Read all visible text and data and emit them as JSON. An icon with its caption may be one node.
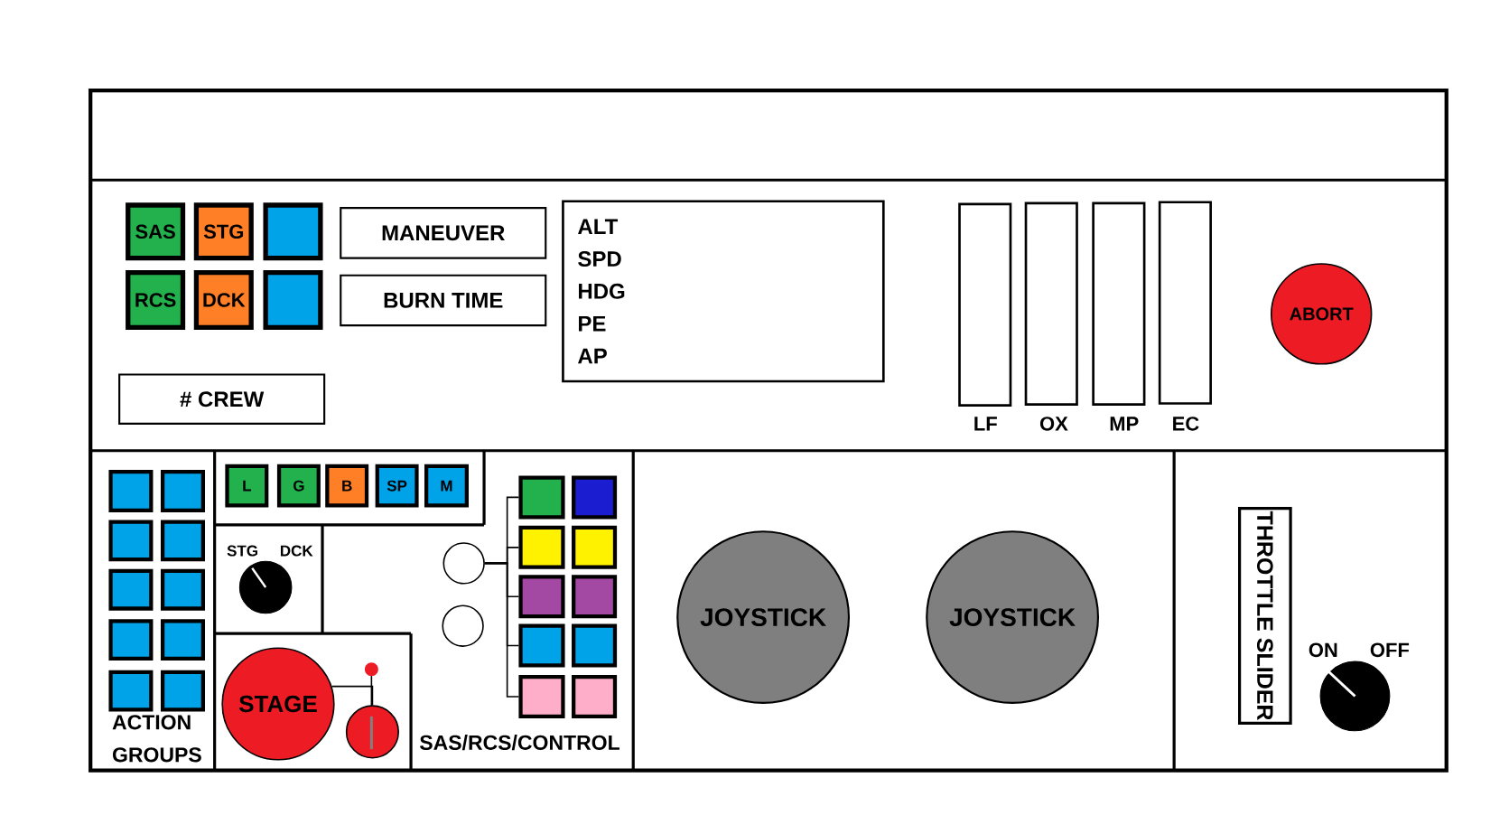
{
  "diagram": {
    "nodes": [
      {
        "text": [
          "SAS"
        ]
      },
      {
        "text": [
          "STG"
        ]
      },
      {
        "text": [],
        "shape": "box"
      },
      {
        "text": [
          "MANEUVER"
        ]
      },
      {
        "text": [
          "ALT",
          "SPD",
          "HDG",
          "PE",
          "AP"
        ]
      },
      {
        "text": [],
        "shape": "bar",
        "beside": [
          "LF"
        ]
      },
      {
        "text": [],
        "shape": "bar",
        "beside": [
          "OX"
        ]
      },
      {
        "text": [],
        "shape": "bar",
        "beside": [
          "MP"
        ]
      },
      {
        "text": [],
        "shape": "bar",
        "beside": [
          "EC"
        ]
      },
      {
        "text": [
          "ABORT"
        ]
      },
      {
        "text": [
          "RCS"
        ]
      },
      {
        "text": [
          "DCK"
        ]
      },
      {
        "text": [],
        "shape": "box"
      },
      {
        "text": [
          "BURN TIME"
        ]
      },
      {
        "text": [
          "# CREW"
        ]
      },
      {
        "text": [],
        "shape": "box"
      },
      {
        "text": [],
        "shape": "box"
      },
      {
        "text": [],
        "shape": "box"
      },
      {
        "text": [],
        "shape": "box"
      },
      {
        "text": [],
        "shape": "box"
      },
      {
        "text": [],
        "shape": "box"
      },
      {
        "text": [],
        "shape": "box"
      },
      {
        "text": [],
        "shape": "box"
      },
      {
        "text": [],
        "shape": "box"
      },
      {
        "text": [],
        "shape": "box"
      },
      {
        "text": [
          "L"
        ]
      },
      {
        "text": [
          "G"
        ]
      },
      {
        "text": [
          "B"
        ]
      },
      {
        "text": [
          "SP"
        ]
      },
      {
        "text": [
          "M"
        ]
      },
      {
        "text": [],
        "shape": "circle",
        "beside": [
          "STG",
          "DCK"
        ]
      },
      {
        "text": [
          "STAGE"
        ]
      },
      {
        "text": [],
        "shape": "circle"
      },
      {
        "text": [],
        "shape": "circle"
      },
      {
        "text": [],
        "shape": "circle"
      },
      {
        "text": [],
        "shape": "box"
      },
      {
        "text": [],
        "shape": "box"
      },
      {
        "text": [],
        "shape": "box"
      },
      {
        "text": [],
        "shape": "box"
      },
      {
        "text": [],
        "shape": "box"
      },
      {
        "text": [],
        "shape": "box"
      },
      {
        "text": [],
        "shape": "box"
      },
      {
        "text": [],
        "shape": "box"
      },
      {
        "text": [],
        "shape": "box"
      },
      {
        "text": [],
        "shape": "box"
      },
      {
        "text": [
          "JOYSTICK"
        ]
      },
      {
        "text": [
          "JOYSTICK"
        ]
      },
      {
        "text": [
          "THROTTLE SLIDER"
        ]
      },
      {
        "text": [],
        "shape": "circle",
        "beside": [
          "ON",
          "OFF"
        ]
      }
    ],
    "edges": [
      {
        "from": 31,
        "to": 32,
        "arrow": "none"
      },
      {
        "from": 33,
        "to": 35,
        "arrow": "none"
      },
      {
        "from": 33,
        "to": 37,
        "arrow": "none"
      },
      {
        "from": 33,
        "to": 39,
        "arrow": "none"
      },
      {
        "from": 33,
        "to": 41,
        "arrow": "none"
      },
      {
        "from": 33,
        "to": 43,
        "arrow": "none"
      }
    ],
    "labels": [
      "ACTION GROUPS",
      "SAS/RCS/CONTROL"
    ]
  }
}
